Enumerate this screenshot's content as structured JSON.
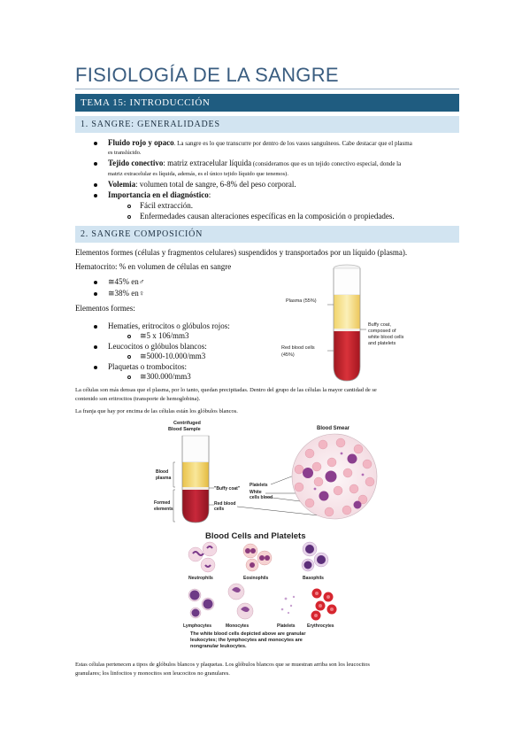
{
  "title": "FISIOLOGÍA DE LA SANGRE",
  "topic_bar": "TEMA 15: INTRODUCCIÓN",
  "section1": {
    "heading": "1. SANGRE: GENERALIDADES",
    "b1_strong": "Fluido rojo y opaco",
    "b1_rest": ". La sangre es lo que transcurre por dentro de los vasos sanguíneos. Cabe destacar que el plasma",
    "b1_cont": "es translúcido.",
    "b2_strong": "Tejido conectivo",
    "b2_rest": ": matriz extracelular líquida",
    "b2_small": " (consideramos que es un tejido conectivo especial, donde la",
    "b2_cont": "matriz extracelular es líquida, además, es el único tejido líquido que tenemos).",
    "b3_strong": "Volemia",
    "b3_rest": ": volumen total de sangre, 6-8% del peso corporal.",
    "b4_strong": "Importancia en el diagnóstico",
    "b4_rest": ":",
    "sub1": "Fácil extracción.",
    "sub2": "Enfermedades causan alteraciones específicas en la composición o propiedades."
  },
  "section2": {
    "heading": "2. SANGRE COMPOSICIÓN",
    "p1": "Elementos formes (células y fragmentos celulares) suspendidos y transportados por un líquido (plasma).",
    "p2": "Hematocrito: % en volumen de células en sangre",
    "hemat_male": "≅45% en♂",
    "hemat_female": "≅38% en♀",
    "p3": "Elementos formes:",
    "item1": "Hematíes, eritrocitos o glóbulos rojos:",
    "item1_sub": "≅5 x 106/mm3",
    "item2": "Leucocitos o glóbulos blancos:",
    "item2_sub": "≅5000-10.000/mm3",
    "item3": "Plaquetas o trombocitos:",
    "item3_sub": "≅300.000/mm3",
    "note1": "La células son más densas que el plasma, por lo tanto, quedan precipitadas. Dentro del grupo de las células la mayor cantidad de se",
    "note1_cont": "contenido son eritrocitos (transporte de hemoglobina).",
    "note2": "La franja que hay por encima de las células están los glóbulos blancos.",
    "final": "Estas células pertenecen a tipos de glóbulos blancos y plaquetas. Los glóbulos blancos que se muestran arriba son los leucocitos",
    "final_cont": "granulares; los linfocitos y monocitos son leucocitos no granulares."
  },
  "figure1": {
    "plasma": "Plasma (55%)",
    "rbc_line1": "Red blood cells",
    "rbc_line2": "(45%)",
    "buffy_line1": "Buffy coat,",
    "buffy_line2": "composed of",
    "buffy_line3": "white blood cells",
    "buffy_line4": "and platelets"
  },
  "figure2": {
    "centrifuged_line1": "Centrifuged",
    "centrifuged_line2": "Blood Sample",
    "blood_smear": "Blood Smear",
    "blood_plasma_line1": "Blood",
    "blood_plasma_line2": "plasma",
    "formed_line1": "Formed",
    "formed_line2": "elements",
    "buffy": "\"Buffy coat\"",
    "platelets": "Platelets",
    "white_line1": "White",
    "white_line2": "cells blood",
    "red_line1": "Red blood",
    "red_line2": "cells",
    "cells_title": "Blood Cells and Platelets",
    "neutrophils": "Neutrophils",
    "eosinophils": "Eosinophils",
    "basophils": "Basophils",
    "lymphocytes": "Lymphocytes",
    "monocytes": "Monocytes",
    "platelets2": "Platelets",
    "erythrocytes": "Erythrocytes",
    "caption_line1": "The white blood cells depicted above are granular",
    "caption_line2": "leukocytes; the lymphocytes and monocytes are",
    "caption_line3": "nongranular leukocytes."
  },
  "colors": {
    "title": "#3a5d80",
    "bar_dark": "#1f5c80",
    "bar_light": "#d2e4f1",
    "plasma": "#f5d56a",
    "blood": "#c0202a"
  }
}
